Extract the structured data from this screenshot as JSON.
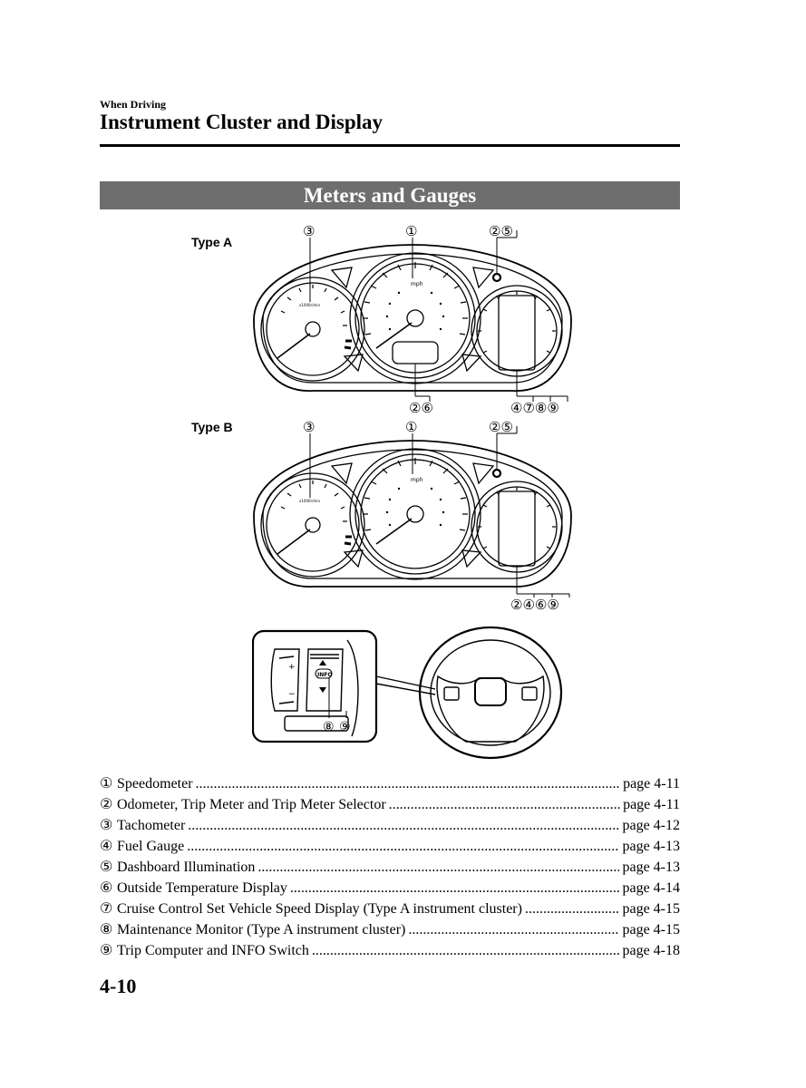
{
  "header": {
    "section": "When Driving",
    "title": "Instrument Cluster and Display"
  },
  "banner": "Meters and Gauges",
  "figures": {
    "type_a": {
      "label": "Type A",
      "top_callouts": [
        "③",
        "①",
        "②⑤"
      ],
      "bottom_callouts": [
        "②⑥",
        "④⑦⑧⑨"
      ]
    },
    "type_b": {
      "label": "Type B",
      "top_callouts": [
        "③",
        "①",
        "②⑤"
      ],
      "bottom_callouts": [
        "②④⑥⑨"
      ]
    },
    "steering": {
      "callouts": [
        "⑧",
        "⑨"
      ],
      "switch_label": "INFO"
    },
    "gauge_text": {
      "speed_unit": "mph",
      "rpm_unit": "x1000r/min"
    }
  },
  "legend": [
    {
      "num": "①",
      "text": "Speedometer",
      "page": "page 4-11"
    },
    {
      "num": "②",
      "text": "Odometer, Trip Meter and Trip Meter Selector",
      "page": "page 4-11"
    },
    {
      "num": "③",
      "text": "Tachometer",
      "page": "page 4-12"
    },
    {
      "num": "④",
      "text": "Fuel Gauge",
      "page": "page 4-13"
    },
    {
      "num": "⑤",
      "text": "Dashboard Illumination",
      "page": "page 4-13"
    },
    {
      "num": "⑥",
      "text": "Outside Temperature Display",
      "page": "page 4-14"
    },
    {
      "num": "⑦",
      "text": "Cruise Control Set Vehicle Speed Display (Type A instrument cluster)",
      "page": "page 4-15"
    },
    {
      "num": "⑧",
      "text": "Maintenance Monitor (Type A instrument cluster)",
      "page": "page 4-15"
    },
    {
      "num": "⑨",
      "text": "Trip Computer and INFO Switch",
      "page": "page 4-18"
    }
  ],
  "page_number": "4-10"
}
